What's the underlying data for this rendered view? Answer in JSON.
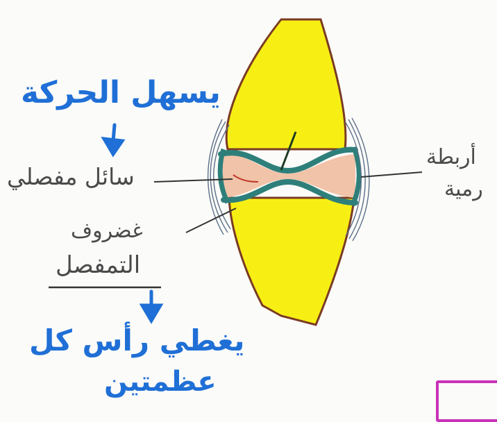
{
  "labels": {
    "eases_movement": "يسهل الحركة",
    "synovial_fluid": "سائل مفصلي",
    "ligaments_line1": "أربطة",
    "ligaments_line2": "رمية",
    "cartilage_line1": "غضروف",
    "cartilage_line2": "التمفصل",
    "covers_line1": "يغطي رأس كل",
    "covers_line2": "عظمتين"
  },
  "colors": {
    "bone": "#f7ef14",
    "bone_outline": "#7a3b23",
    "cartilage": "#2e7f7a",
    "joint_cavity": "#f1c3a8",
    "ink_blue": "#1f6fd6",
    "ink_gray": "#4a4a4a",
    "box_border": "#c832b8"
  },
  "icons": {
    "arrows": "down-arrow-icon"
  }
}
